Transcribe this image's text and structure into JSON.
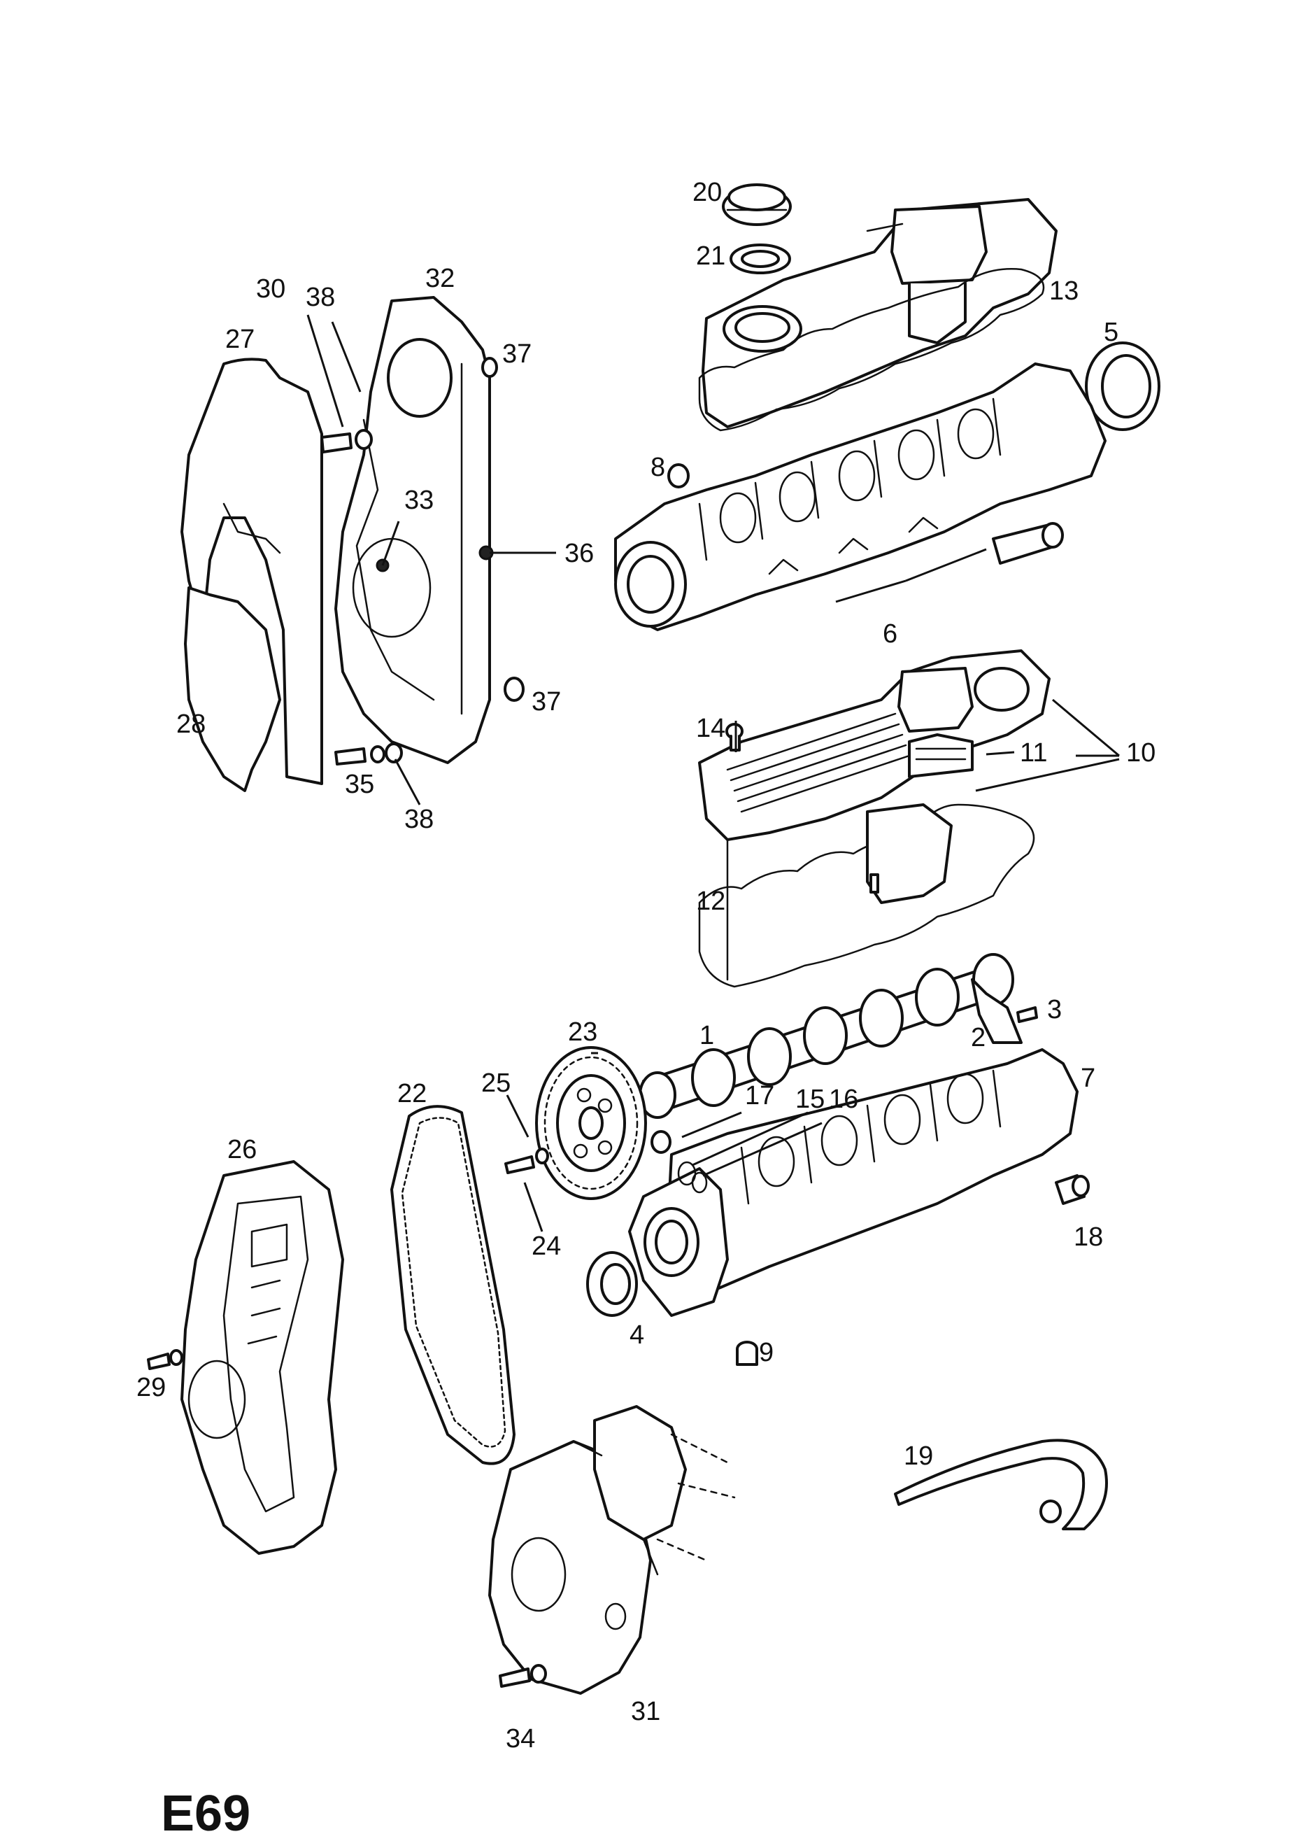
{
  "page_code": "E69",
  "callouts": [
    "1",
    "2",
    "3",
    "4",
    "5",
    "6",
    "7",
    "8",
    "9",
    "10",
    "11",
    "12",
    "13",
    "14",
    "15",
    "16",
    "17",
    "18",
    "19",
    "20",
    "21",
    "22",
    "23",
    "24",
    "25",
    "26",
    "27",
    "28",
    "29",
    "30",
    "31",
    "32",
    "33",
    "34",
    "35",
    "36",
    "37",
    "38"
  ],
  "parts": [
    {
      "id": "cam-cover-upper",
      "callout": "13"
    },
    {
      "id": "cam-housing-upper",
      "callout": "6"
    },
    {
      "id": "rear-oil-seal",
      "callout": "5"
    },
    {
      "id": "plug-8",
      "callout": "8"
    },
    {
      "id": "inner-timing-cover",
      "callout": "32"
    },
    {
      "id": "outer-cover-27",
      "callout": "27"
    },
    {
      "id": "cover-28",
      "callout": "28"
    },
    {
      "id": "cam-cover-lower",
      "callout": "10"
    },
    {
      "id": "gasket-12",
      "callout": "12"
    },
    {
      "id": "camshaft",
      "callout": "1"
    },
    {
      "id": "cam-housing-lower",
      "callout": "7"
    },
    {
      "id": "camshaft-sprocket",
      "callout": "23"
    },
    {
      "id": "timing-belt",
      "callout": "22"
    },
    {
      "id": "front-timing-cover",
      "callout": "26"
    },
    {
      "id": "water-pump",
      "callout": "31"
    },
    {
      "id": "hose",
      "callout": "19"
    },
    {
      "id": "front-seal",
      "callout": "4"
    }
  ]
}
